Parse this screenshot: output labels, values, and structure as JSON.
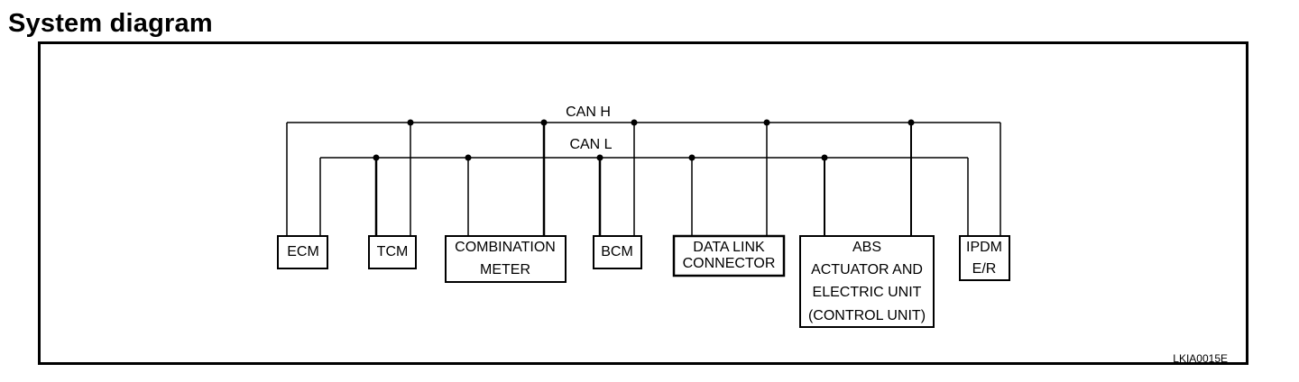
{
  "header": {
    "title": "System diagram"
  },
  "bus": {
    "can_h_label": "CAN H",
    "can_l_label": "CAN L"
  },
  "modules": [
    {
      "id": "ecm",
      "lines": [
        "ECM"
      ]
    },
    {
      "id": "tcm",
      "lines": [
        "TCM"
      ]
    },
    {
      "id": "combination-meter",
      "lines": [
        "COMBINATION",
        "METER"
      ]
    },
    {
      "id": "bcm",
      "lines": [
        "BCM"
      ]
    },
    {
      "id": "data-link-connector",
      "lines": [
        "DATA LINK",
        "CONNECTOR"
      ]
    },
    {
      "id": "abs-actuator",
      "lines": [
        "ABS",
        "ACTUATOR AND",
        "ELECTRIC UNIT",
        "(CONTROL UNIT)"
      ]
    },
    {
      "id": "ipdm",
      "lines": [
        "IPDM",
        "E/R"
      ]
    }
  ],
  "figure_code": "LKIA0015E"
}
